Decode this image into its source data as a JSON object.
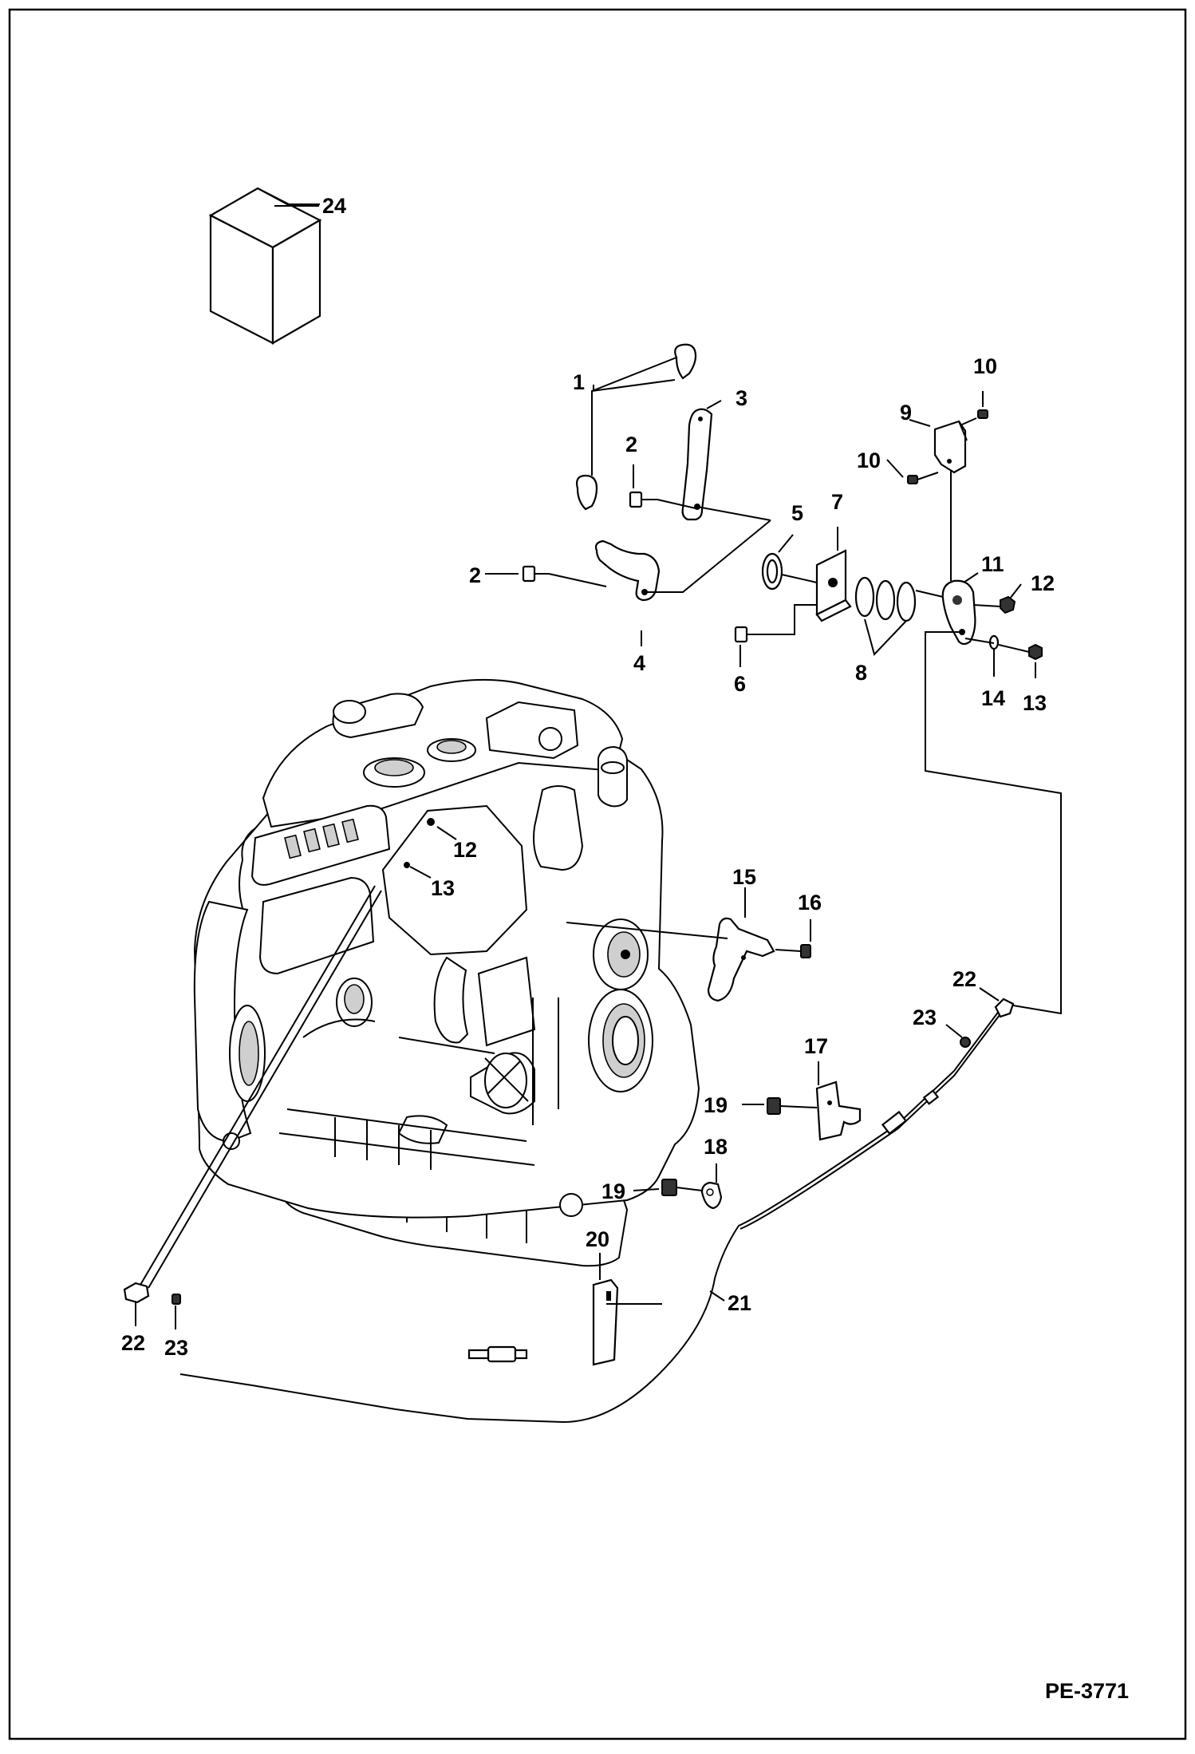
{
  "document": {
    "reference_code": "PE-3771",
    "callouts": [
      {
        "id": "c1",
        "text": "1"
      },
      {
        "id": "c2a",
        "text": "2"
      },
      {
        "id": "c2b",
        "text": "2"
      },
      {
        "id": "c3",
        "text": "3"
      },
      {
        "id": "c4",
        "text": "4"
      },
      {
        "id": "c5",
        "text": "5"
      },
      {
        "id": "c6",
        "text": "6"
      },
      {
        "id": "c7",
        "text": "7"
      },
      {
        "id": "c8",
        "text": "8"
      },
      {
        "id": "c9",
        "text": "9"
      },
      {
        "id": "c10a",
        "text": "10"
      },
      {
        "id": "c10b",
        "text": "10"
      },
      {
        "id": "c11",
        "text": "11"
      },
      {
        "id": "c12a",
        "text": "12"
      },
      {
        "id": "c12b",
        "text": "12"
      },
      {
        "id": "c13a",
        "text": "13"
      },
      {
        "id": "c13b",
        "text": "13"
      },
      {
        "id": "c14",
        "text": "14"
      },
      {
        "id": "c15",
        "text": "15"
      },
      {
        "id": "c16",
        "text": "16"
      },
      {
        "id": "c17",
        "text": "17"
      },
      {
        "id": "c18",
        "text": "18"
      },
      {
        "id": "c19a",
        "text": "19"
      },
      {
        "id": "c19b",
        "text": "19"
      },
      {
        "id": "c20",
        "text": "20"
      },
      {
        "id": "c21",
        "text": "21"
      },
      {
        "id": "c22a",
        "text": "22"
      },
      {
        "id": "c22b",
        "text": "22"
      },
      {
        "id": "c23a",
        "text": "23"
      },
      {
        "id": "c23b",
        "text": "23"
      },
      {
        "id": "c24",
        "text": "24"
      }
    ]
  }
}
